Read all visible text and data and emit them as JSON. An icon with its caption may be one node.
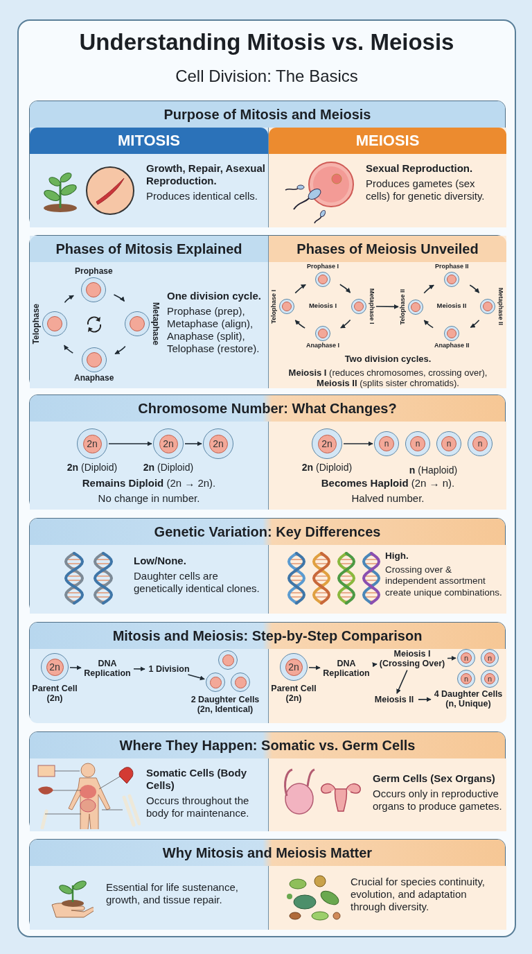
{
  "diagram": {
    "title": "Understanding Mitosis vs. Meiosis",
    "nodes": [
      {
        "text": [
          "Purpose of Mitosis and Meiosis"
        ]
      },
      {
        "text": [
          "MITOSIS",
          "Growth, Repair, Asexual Reproduction.",
          "Produces identical cells."
        ],
        "in": 0
      },
      {
        "text": [
          "MEIOSIS",
          "Sexual Reproduction.",
          "Produces gametes (sex cells) for genetic diversity."
        ],
        "in": 0
      },
      {
        "text": [],
        "shape": "box"
      },
      {
        "text": [
          "Phases of Mitosis Explained",
          "One division cycle.",
          "Prophase (prep), Metaphase (align), Anaphase (split), Telophase (restore)."
        ],
        "in": 3
      },
      {
        "text": [
          "Prophase"
        ],
        "in": 4
      },
      {
        "text": [
          "Metaphase"
        ],
        "in": 4
      },
      {
        "text": [
          "Anaphase"
        ],
        "in": 4
      },
      {
        "text": [
          "Telophase"
        ],
        "in": 4
      },
      {
        "text": [
          "Phases of Meiosis Unveiled",
          "Two division cycles.",
          "**Meiosis I** (reduces chromosomes, crossing over), **Meiosis II** (splits sister chromatids)."
        ],
        "in": 3
      },
      {
        "text": [
          "Prophase I"
        ],
        "in": 9
      },
      {
        "text": [
          "Metaphase I"
        ],
        "in": 9
      },
      {
        "text": [
          "Anaphase I"
        ],
        "in": 9
      },
      {
        "text": [
          "Telophase I"
        ],
        "in": 9
      },
      {
        "text": [
          "Prophase II"
        ],
        "in": 9
      },
      {
        "text": [
          "Metaphase II"
        ],
        "in": 9
      },
      {
        "text": [
          "Anaphase II"
        ],
        "in": 9
      },
      {
        "text": [
          "Telophase II"
        ],
        "in": 9
      },
      {
        "text": [
          "Chromosome Number: What Changes?"
        ]
      },
      {
        "text": [
          "**Remains Diploid** (2n → 2n).",
          "No change in number."
        ],
        "in": 18
      },
      {
        "text": [
          "2n"
        ],
        "in": 19,
        "beside": [
          "**2n** (Diploid)"
        ]
      },
      {
        "text": [
          "2n"
        ],
        "in": 19,
        "beside": [
          "**2n** (Diploid)"
        ]
      },
      {
        "text": [
          "2n"
        ],
        "in": 19
      },
      {
        "text": [
          "**Becomes Haploid** (2n → n).",
          "Halved number."
        ],
        "in": 18
      },
      {
        "text": [
          "2n"
        ],
        "in": 23,
        "beside": [
          "**2n** (Diploid)"
        ]
      },
      {
        "text": [
          "n"
        ],
        "in": 23
      },
      {
        "text": [
          "n"
        ],
        "in": 23
      },
      {
        "text": [
          "n"
        ],
        "in": 23
      },
      {
        "text": [
          "n"
        ],
        "in": 23
      },
      {
        "text": [
          "Genetic Variation: Key Differences"
        ]
      },
      {
        "text": [
          "Low/None.",
          "Daughter cells are genetically identical clones."
        ],
        "in": 29
      },
      {
        "text": [
          "High.",
          "Crossing over & independent assortment create unique combinations."
        ],
        "in": 29
      },
      {
        "text": [
          "Mitosis and Meiosis: Step-by-Step Comparison"
        ]
      },
      {
        "text": [],
        "shape": "box",
        "in": 32
      },
      {
        "text": [
          "2n"
        ],
        "in": 33,
        "beside": [
          "Parent Cell (2n)"
        ]
      },
      {
        "text": [
          "DNA Replication"
        ],
        "in": 33
      },
      {
        "text": [
          "1 Division"
        ],
        "in": 33
      },
      {
        "text": [],
        "shape": "circle",
        "in": 33
      },
      {
        "text": [],
        "shape": "circle",
        "in": 33
      },
      {
        "text": [],
        "shape": "circle",
        "in": 33
      },
      {
        "text": [],
        "shape": "box",
        "in": 32
      },
      {
        "text": [
          "2n"
        ],
        "in": 40,
        "beside": [
          "Parent Cell (2n)"
        ]
      },
      {
        "text": [
          "DNA Replication"
        ],
        "in": 40
      },
      {
        "text": [
          "Meiosis I (Crossing Over)"
        ],
        "in": 40
      },
      {
        "text": [
          "Meiosis II"
        ],
        "in": 40
      },
      {
        "text": [
          "4 Daughter Cells (n, Unique)"
        ],
        "in": 40
      },
      {
        "text": [
          "n"
        ],
        "in": 40
      },
      {
        "text": [
          "n"
        ],
        "in": 40
      },
      {
        "text": [
          "n"
        ],
        "in": 40
      },
      {
        "text": [
          "n"
        ],
        "in": 40
      },
      {
        "text": [
          "Where They Happen: Somatic vs. Germ Cells"
        ]
      },
      {
        "text": [
          "Somatic Cells (Body Cells)",
          "Occurs throughout the body for maintenance."
        ],
        "in": 50
      },
      {
        "text": [
          "Germ Cells (Sex Organs)",
          "Occurs only in reproductive organs to produce gametes."
        ],
        "in": 50
      },
      {
        "text": [
          "Why Mitosis and Meiosis Matter"
        ]
      },
      {
        "text": [
          "Essential for life sustenance, growth, and tissue repair."
        ],
        "in": 53
      },
      {
        "text": [
          "Crucial for species continuity, evolution, and adaptation through diversity."
        ],
        "in": 53
      }
    ],
    "edges": [
      {
        "from": 5,
        "to": 6,
        "arrow": "to"
      },
      {
        "from": 6,
        "to": 7,
        "arrow": "to"
      },
      {
        "from": 7,
        "to": 8,
        "arrow": "to"
      },
      {
        "from": 8,
        "to": 5,
        "arrow": "to"
      },
      {
        "from": 10,
        "to": 11,
        "arrow": "to"
      },
      {
        "from": 11,
        "to": 12,
        "arrow": "to"
      },
      {
        "from": 12,
        "to": 13,
        "arrow": "to"
      },
      {
        "from": 13,
        "to": 10,
        "arrow": "to"
      },
      {
        "from": 14,
        "to": 15,
        "arrow": "to"
      },
      {
        "from": 15,
        "to": 16,
        "arrow": "to"
      },
      {
        "from": 16,
        "to": 17,
        "arrow": "to"
      },
      {
        "from": 17,
        "to": 14,
        "arrow": "to"
      },
      {
        "from": 11,
        "to": 17,
        "arrow": "to"
      },
      {
        "from": 20,
        "to": 21,
        "arrow": "to"
      },
      {
        "from": 21,
        "to": 22,
        "arrow": "to"
      },
      {
        "from": 24,
        "to": 25,
        "arrow": "to"
      },
      {
        "from": 34,
        "to": 35,
        "arrow": "to"
      },
      {
        "from": 35,
        "to": 36,
        "arrow": "to"
      },
      {
        "from": 36,
        "to": 38,
        "arrow": "to"
      },
      {
        "from": 41,
        "to": 42,
        "arrow": "to"
      },
      {
        "from": 42,
        "to": 43,
        "arrow": "to"
      },
      {
        "from": 43,
        "to": 46,
        "arrow": "to"
      },
      {
        "from": 43,
        "to": 44,
        "arrow": "to"
      },
      {
        "from": 44,
        "to": 45,
        "arrow": "to"
      }
    ],
    "labels": [
      "Cell Division: The Basics",
      "Meiosis I",
      "Meiosis II",
      "**n** (Haploid)",
      "2 Daughter Cells (2n, Identical)"
    ]
  }
}
